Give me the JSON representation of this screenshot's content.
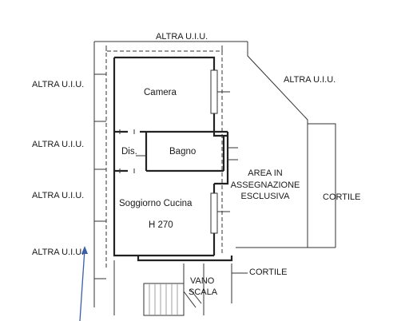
{
  "labels": {
    "altra_top": "ALTRA U.I.U.",
    "altra_right": "ALTRA U.I.U.",
    "altra_left_1": "ALTRA U.I.U.",
    "altra_left_2": "ALTRA U.I.U.",
    "altra_left_3": "ALTRA U.I.U.",
    "altra_left_4": "ALTRA U.I.U.",
    "camera": "Camera",
    "dis": "Dis.",
    "bagno": "Bagno",
    "soggiorno": "Soggiorno Cucina",
    "height": "H 270",
    "area_1": "AREA IN",
    "area_2": "ASSEGNAZIONE",
    "area_3": "ESCLUSIVA",
    "cortile_right": "CORTILE",
    "cortile_bottom": "CORTILE",
    "vano_1": "VANO",
    "vano_2": "SCALA"
  },
  "colors": {
    "wall": "#222222",
    "line": "#333333",
    "arrow": "#3a5fa8"
  }
}
